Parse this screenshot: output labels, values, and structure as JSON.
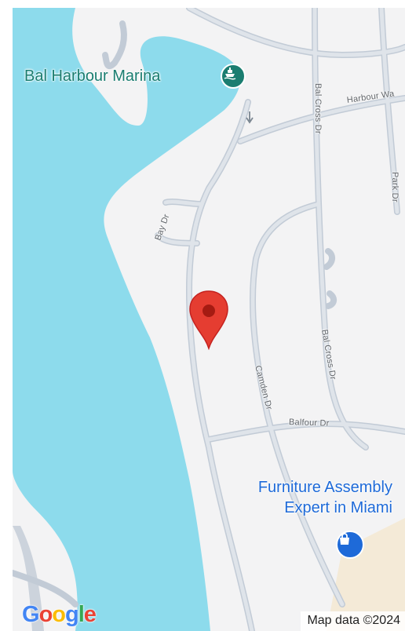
{
  "map": {
    "places": {
      "marina": "Bal Harbour Marina",
      "poi_line1": "Furniture Assembly",
      "poi_line2": "Expert in Miami"
    },
    "streets": {
      "harbour_way": "Harbour Wa",
      "bal_cross_dr_top": "Bal Cross Dr",
      "park_dr": "Park Dr",
      "bay_dr": "Bay Dr",
      "bal_cross_dr_bottom": "Bal Cross Dr",
      "camden_dr": "Camden Dr",
      "balfour_dr": "Balfour Dr"
    },
    "attribution": "Map data ©2024",
    "logo_letters": [
      "G",
      "o",
      "o",
      "g",
      "l",
      "e"
    ],
    "colors": {
      "water": "#8ddbec",
      "land": "#f3f3f4",
      "road": "#c2cbd6",
      "road_fill": "#dfe4ea",
      "beach": "#f4ead7",
      "marina_teal": "#1a7d70",
      "poi_blue": "#1e6ad8",
      "pin_red": "#e53d31",
      "logo_colors": [
        "#4285f4",
        "#ea4335",
        "#fbbc05",
        "#4285f4",
        "#34a853",
        "#ea4335"
      ]
    },
    "icons": {
      "marina": "boat-icon",
      "poi": "shopping-bag-icon",
      "pin": "location-pin-icon"
    }
  }
}
